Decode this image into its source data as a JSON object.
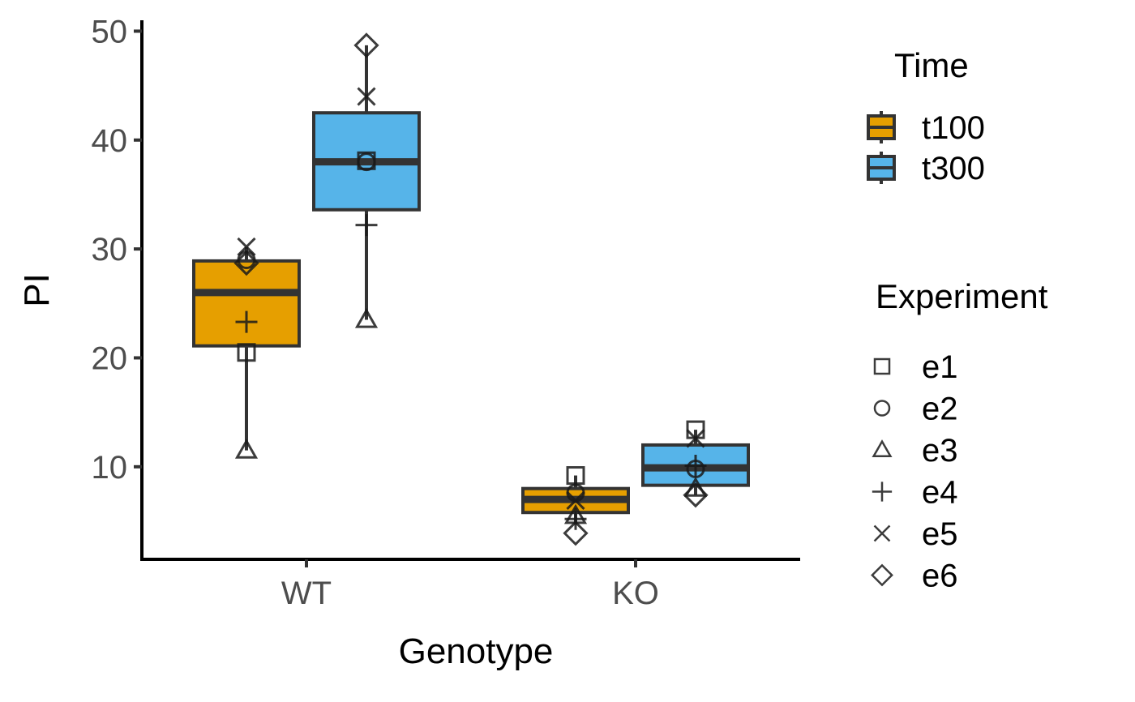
{
  "chart_data": {
    "type": "box",
    "xlabel": "Genotype",
    "ylabel": "PI",
    "categories": [
      "WT",
      "KO"
    ],
    "ylim": [
      1.5,
      51
    ],
    "yticks": [
      10,
      20,
      30,
      40,
      50
    ],
    "grid": false,
    "fill_legend": {
      "title": "Time",
      "placement": "right",
      "entries": [
        {
          "name": "t100",
          "color": "#E69F00"
        },
        {
          "name": "t300",
          "color": "#56B4E9"
        }
      ]
    },
    "shape_legend": {
      "title": "Experiment",
      "placement": "right",
      "entries": [
        {
          "name": "e1",
          "shape": "square"
        },
        {
          "name": "e2",
          "shape": "circle"
        },
        {
          "name": "e3",
          "shape": "triangle"
        },
        {
          "name": "e4",
          "shape": "plus"
        },
        {
          "name": "e5",
          "shape": "cross"
        },
        {
          "name": "e6",
          "shape": "diamond"
        }
      ]
    },
    "boxes": [
      {
        "genotype": "WT",
        "time": "t100",
        "min": 11.5,
        "q1": 21.1,
        "median": 26.0,
        "q3": 28.9,
        "max": 30.2
      },
      {
        "genotype": "WT",
        "time": "t300",
        "min": 23.5,
        "q1": 33.6,
        "median": 38.0,
        "q3": 42.5,
        "max": 48.7
      },
      {
        "genotype": "KO",
        "time": "t100",
        "min": 4.8,
        "q1": 5.8,
        "median": 7.0,
        "q3": 8.0,
        "max": 9.2
      },
      {
        "genotype": "KO",
        "time": "t300",
        "min": 7.4,
        "q1": 8.3,
        "median": 9.9,
        "q3": 12.0,
        "max": 13.4
      }
    ],
    "points": [
      {
        "genotype": "WT",
        "time": "t100",
        "experiment": "e1",
        "y": 20.5
      },
      {
        "genotype": "WT",
        "time": "t100",
        "experiment": "e2",
        "y": 29.0
      },
      {
        "genotype": "WT",
        "time": "t100",
        "experiment": "e3",
        "y": 11.5
      },
      {
        "genotype": "WT",
        "time": "t100",
        "experiment": "e4",
        "y": 23.3
      },
      {
        "genotype": "WT",
        "time": "t100",
        "experiment": "e5",
        "y": 30.2
      },
      {
        "genotype": "WT",
        "time": "t100",
        "experiment": "e6",
        "y": 28.7
      },
      {
        "genotype": "WT",
        "time": "t300",
        "experiment": "e1",
        "y": 38.1
      },
      {
        "genotype": "WT",
        "time": "t300",
        "experiment": "e2",
        "y": 38.0
      },
      {
        "genotype": "WT",
        "time": "t300",
        "experiment": "e3",
        "y": 23.5
      },
      {
        "genotype": "WT",
        "time": "t300",
        "experiment": "e4",
        "y": 32.2
      },
      {
        "genotype": "WT",
        "time": "t300",
        "experiment": "e5",
        "y": 44.0
      },
      {
        "genotype": "WT",
        "time": "t300",
        "experiment": "e6",
        "y": 48.7
      },
      {
        "genotype": "KO",
        "time": "t100",
        "experiment": "e1",
        "y": 9.2
      },
      {
        "genotype": "KO",
        "time": "t100",
        "experiment": "e2",
        "y": 7.6
      },
      {
        "genotype": "KO",
        "time": "t100",
        "experiment": "e3",
        "y": 5.5
      },
      {
        "genotype": "KO",
        "time": "t100",
        "experiment": "e4",
        "y": 5.2
      },
      {
        "genotype": "KO",
        "time": "t100",
        "experiment": "e5",
        "y": 6.9
      },
      {
        "genotype": "KO",
        "time": "t100",
        "experiment": "e6",
        "y": 3.9
      },
      {
        "genotype": "KO",
        "time": "t300",
        "experiment": "e1",
        "y": 13.4
      },
      {
        "genotype": "KO",
        "time": "t300",
        "experiment": "e2",
        "y": 9.8
      },
      {
        "genotype": "KO",
        "time": "t300",
        "experiment": "e3",
        "y": 8.0
      },
      {
        "genotype": "KO",
        "time": "t300",
        "experiment": "e4",
        "y": 10.1
      },
      {
        "genotype": "KO",
        "time": "t300",
        "experiment": "e5",
        "y": 12.6
      },
      {
        "genotype": "KO",
        "time": "t300",
        "experiment": "e6",
        "y": 7.4
      }
    ]
  }
}
